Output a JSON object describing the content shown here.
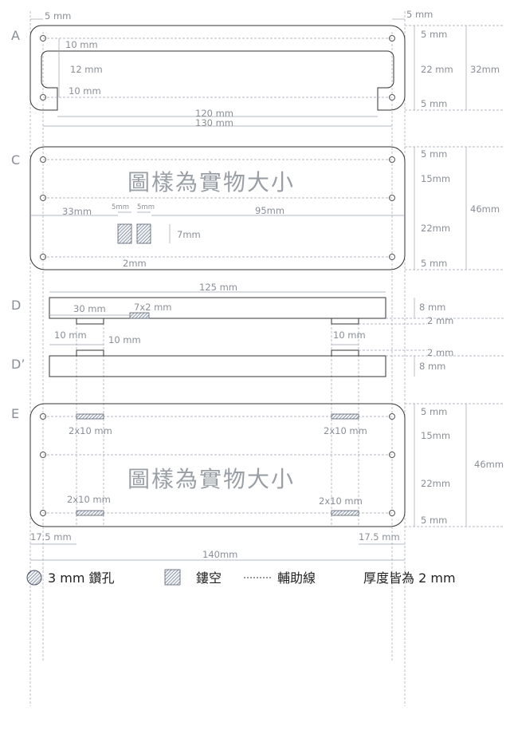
{
  "section_labels": {
    "a": "A",
    "c": "C",
    "d": "D",
    "d_prime": "D’",
    "e": "E"
  },
  "part_a": {
    "margin_left": "5 mm",
    "margin_right": "5 mm",
    "gap_top": "10 mm",
    "slot_height": "12 mm",
    "gap_bottom": "10 mm",
    "side_top": "5 mm",
    "side_mid": "22 mm",
    "side_bottom": "5 mm",
    "side_total": "32mm",
    "inner_width": "120 mm",
    "outer_width": "130 mm"
  },
  "part_c": {
    "caption": "圖樣為實物大小",
    "offset_left": "33mm",
    "cut_w1": "5mm",
    "cut_w2": "5mm",
    "cut_height": "7mm",
    "offset_right": "95mm",
    "cut_gap": "2mm",
    "side_top": "5 mm",
    "side_mid1": "15mm",
    "side_mid2": "22mm",
    "side_bottom": "5 mm",
    "side_total": "46mm"
  },
  "part_d": {
    "length": "125 mm",
    "inset": "30 mm",
    "notch": "7x2 mm",
    "height": "8 mm",
    "tab_height": "2 mm",
    "tab_w_left": "10 mm",
    "tab_gap": "10 mm",
    "tab_w_right": "10 mm"
  },
  "part_d_prime": {
    "tab_height": "2 mm",
    "height": "8 mm"
  },
  "part_e": {
    "caption": "圖樣為實物大小",
    "slot_tl": "2x10 mm",
    "slot_tr": "2x10 mm",
    "slot_bl": "2x10 mm",
    "slot_br": "2x10 mm",
    "side_top": "5 mm",
    "side_mid1": "15mm",
    "side_mid2": "22mm",
    "side_bottom": "5 mm",
    "side_total": "46mm",
    "edge_left": "17.5 mm",
    "edge_right": "17.5 mm",
    "total_width": "140mm"
  },
  "legend": {
    "drill": "3 mm 鑽孔",
    "cutout": "鏤空",
    "aux_line": "輔助線",
    "thickness": "厚度皆為 2 mm"
  }
}
